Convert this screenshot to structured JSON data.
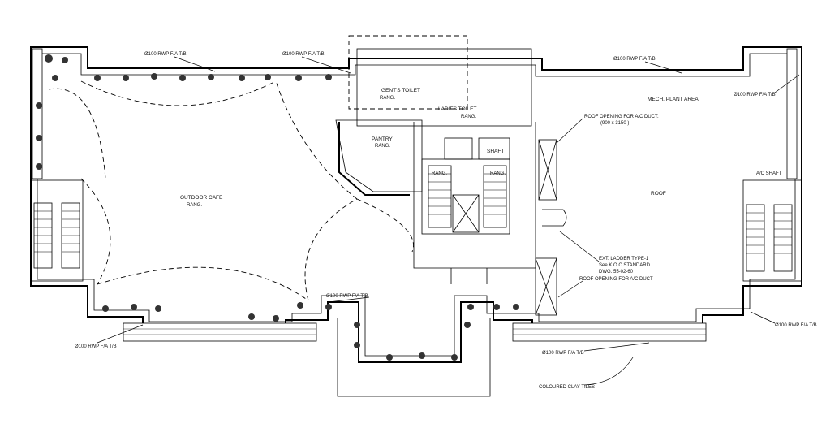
{
  "labels": {
    "rwp_1": "Ø100 RWP F/A T/B",
    "rwp_2": "Ø100 RWP F/A T/B",
    "rwp_3": "Ø100 RWP F/A T/B",
    "rwp_4": "Ø100 RWP F/A T/B",
    "rwp_5": "Ø100 RWP F/A T/B",
    "rwp_6": "Ø100 RWP F/A T/B",
    "rwp_7": "Ø100 RWP F/A T/B",
    "rwp_8": "Ø100 RWP F/A T/B",
    "gents_toilet": "GENT'S TOILET",
    "ladies_toilet": "LADIES TOILET",
    "pantry": "PANTRY",
    "shaft": "SHAFT",
    "outdoor_cafe": "OUTDOOR CAFE",
    "mech_plant_area": "MECH. PLANT AREA",
    "roof": "ROOF",
    "roof_opening_1_line1": "ROOF OPENING FOR A/C DUCT.",
    "roof_opening_1_line2": "(900 x 3150 )",
    "ladder_line1": "EXT. LADDER TYPE-1",
    "ladder_line2": "See K.O.C STANDARD",
    "ladder_line3": "DWG. 55-02-60",
    "roof_opening_2": "ROOF OPENING FOR A/C DUCT",
    "coloured_clay_tiles": "COLOURED CLAY TILES",
    "ac_shaft": "A/C SHAFT",
    "rang": "RANG."
  }
}
